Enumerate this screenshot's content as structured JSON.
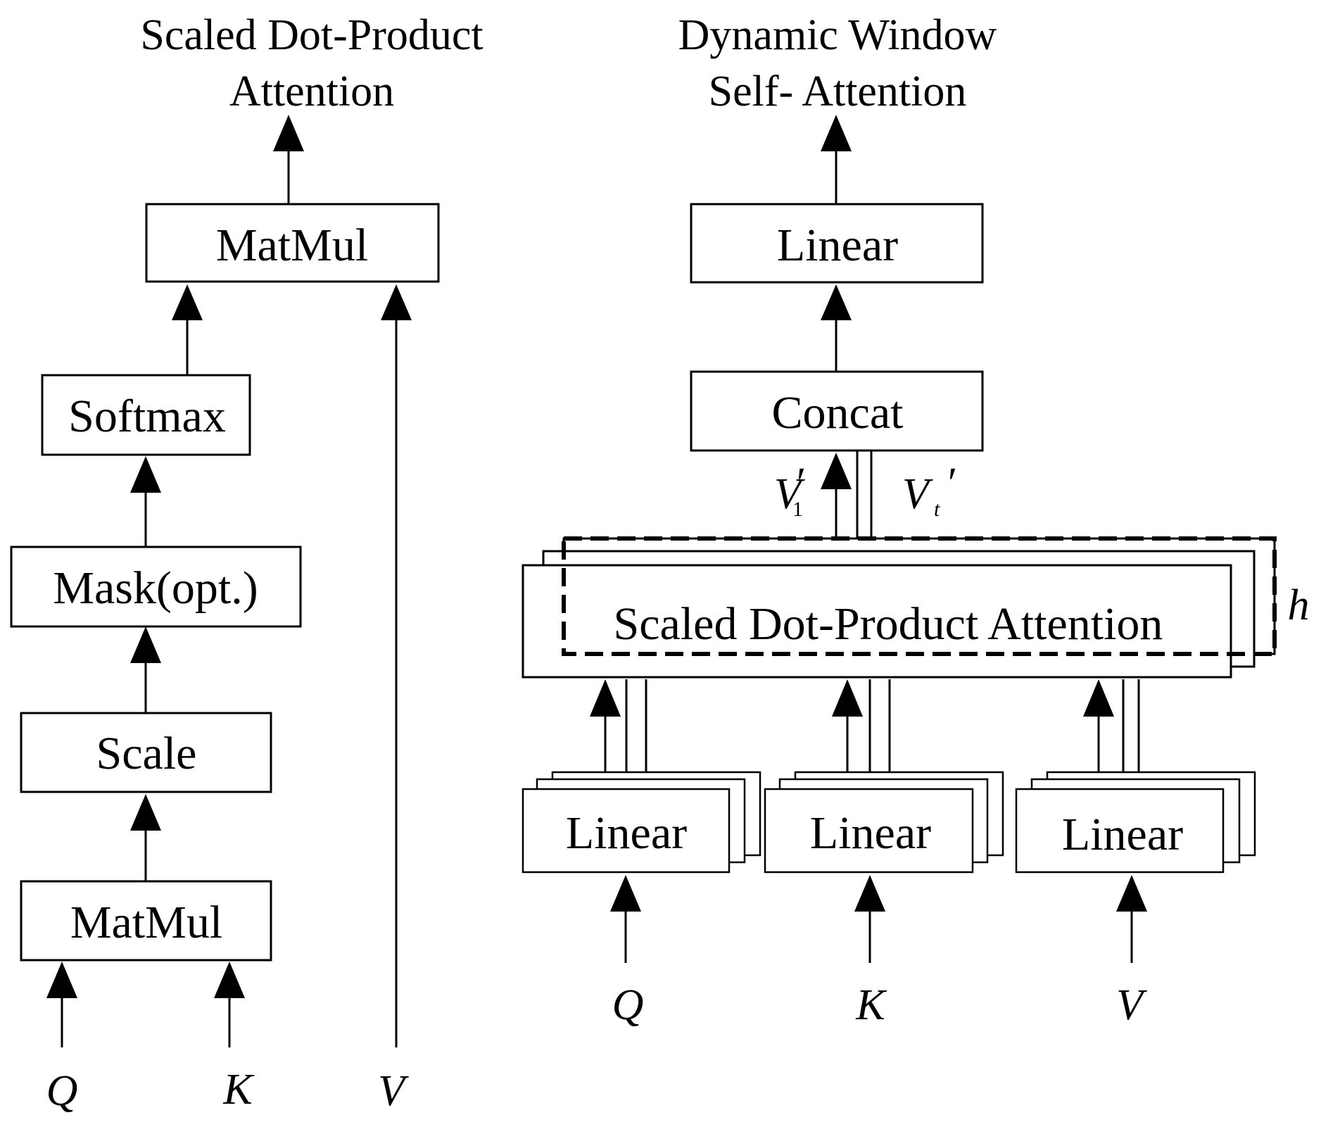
{
  "left": {
    "title_line1": "Scaled Dot-Product",
    "title_line2": "Attention",
    "matmul_top": "MatMul",
    "softmax": "Softmax",
    "mask": "Mask(opt.)",
    "scale": "Scale",
    "matmul_bottom": "MatMul",
    "input_q": "Q",
    "input_k": "K",
    "input_v": "V"
  },
  "right": {
    "title_line1": "Dynamic Window",
    "title_line2": "Self- Attention",
    "linear_top": "Linear",
    "concat": "Concat",
    "v1_base": "V",
    "v1_sub": "1",
    "v1_prime": "′",
    "vt_base": "V",
    "vt_sub": "t",
    "vt_prime": "′",
    "sdpa": "Scaled Dot-Product Attention",
    "heads": "h",
    "linear_q": "Linear",
    "linear_k": "Linear",
    "linear_v": "Linear",
    "input_q": "Q",
    "input_k": "K",
    "input_v": "V"
  }
}
